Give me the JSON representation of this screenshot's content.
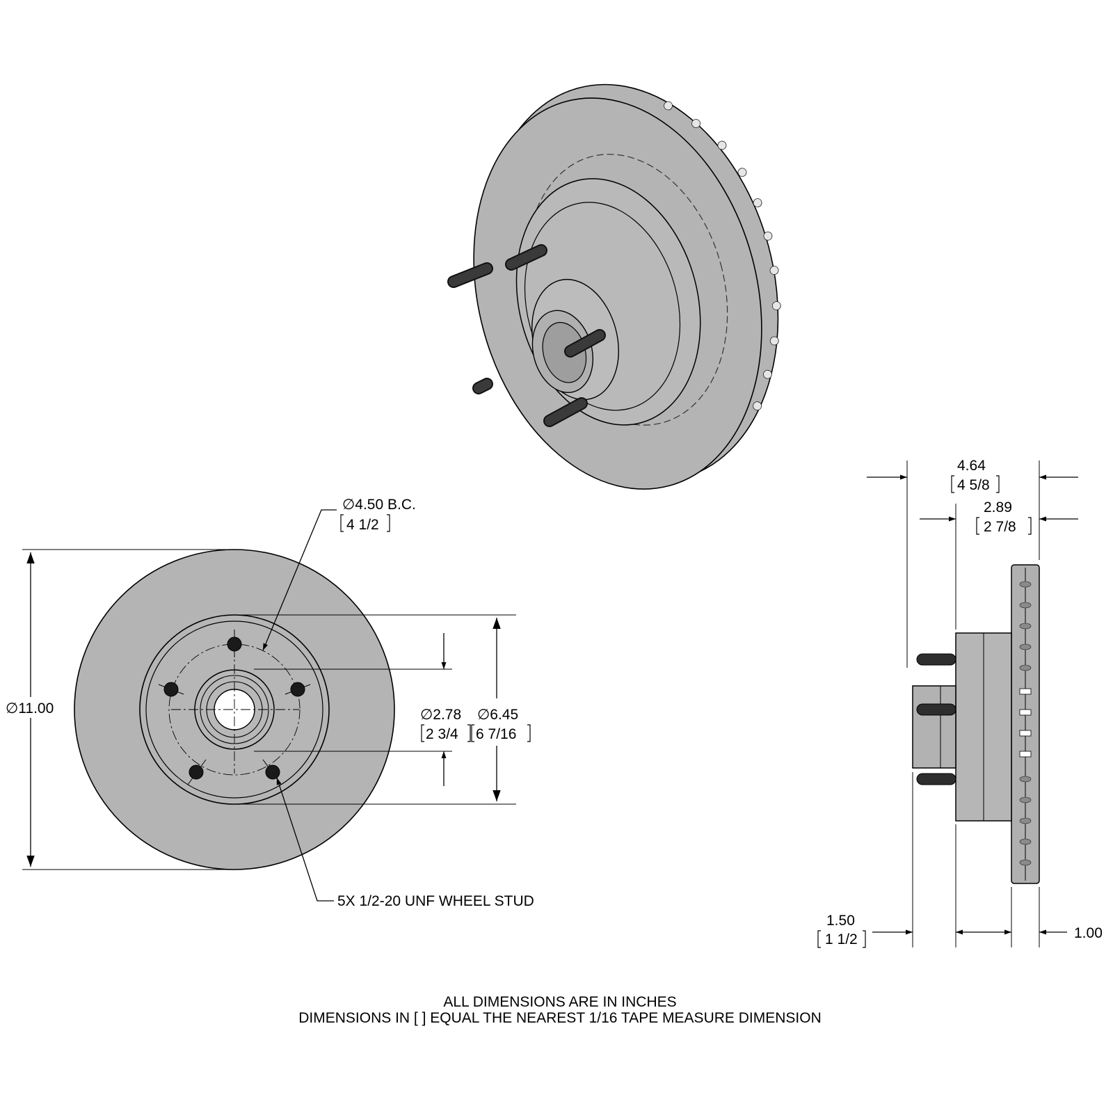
{
  "dimensions": {
    "bolt_circle": {
      "main": "4.50 B.C.",
      "fraction": "4 1/2"
    },
    "rotor_diameter": {
      "main": "11.00"
    },
    "hub_pilot": {
      "main": "2.78",
      "fraction": "2 3/4"
    },
    "hat_diameter": {
      "main": "6.45",
      "fraction": "6 7/16"
    },
    "overall_height": {
      "main": "4.64",
      "fraction": "4 5/8"
    },
    "hat_depth": {
      "main": "2.89",
      "fraction": "2 7/8"
    },
    "pilot_height": {
      "main": "1.50",
      "fraction": "1 1/2"
    },
    "rotor_thickness": {
      "main": "1.00"
    }
  },
  "diameter_symbol": "∅",
  "stud_callout": "5X 1/2-20 UNF WHEEL STUD",
  "notes": {
    "line1": "ALL DIMENSIONS ARE IN INCHES",
    "line2": "DIMENSIONS IN [ ] EQUAL THE NEAREST 1/16 TAPE MEASURE DIMENSION"
  },
  "colors": {
    "part_fill": "#b4b4b4",
    "line": "#000000",
    "background": "#ffffff"
  }
}
